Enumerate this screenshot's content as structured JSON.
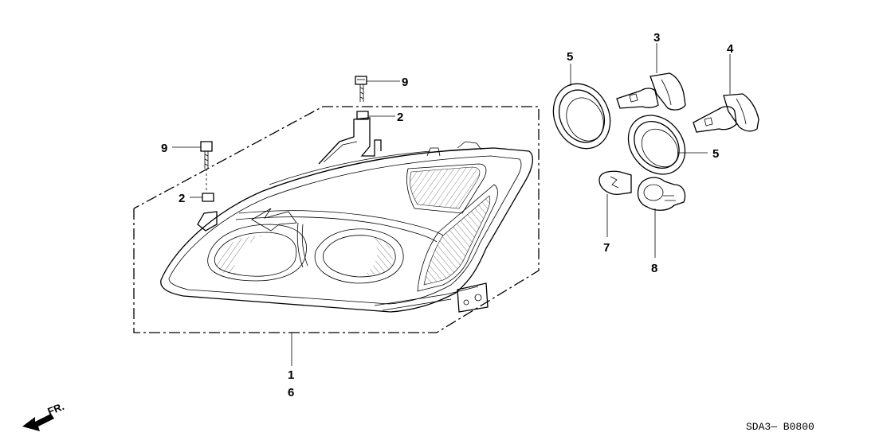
{
  "diagram": {
    "code": "SDA3— B0800",
    "front_label": "FR.",
    "callouts": {
      "c9a": "9",
      "c9b": "9",
      "c2a": "2",
      "c2b": "2",
      "c1": "1",
      "c6": "6",
      "c3": "3",
      "c4": "4",
      "c5a": "5",
      "c5b": "5",
      "c7": "7",
      "c8": "8"
    }
  }
}
